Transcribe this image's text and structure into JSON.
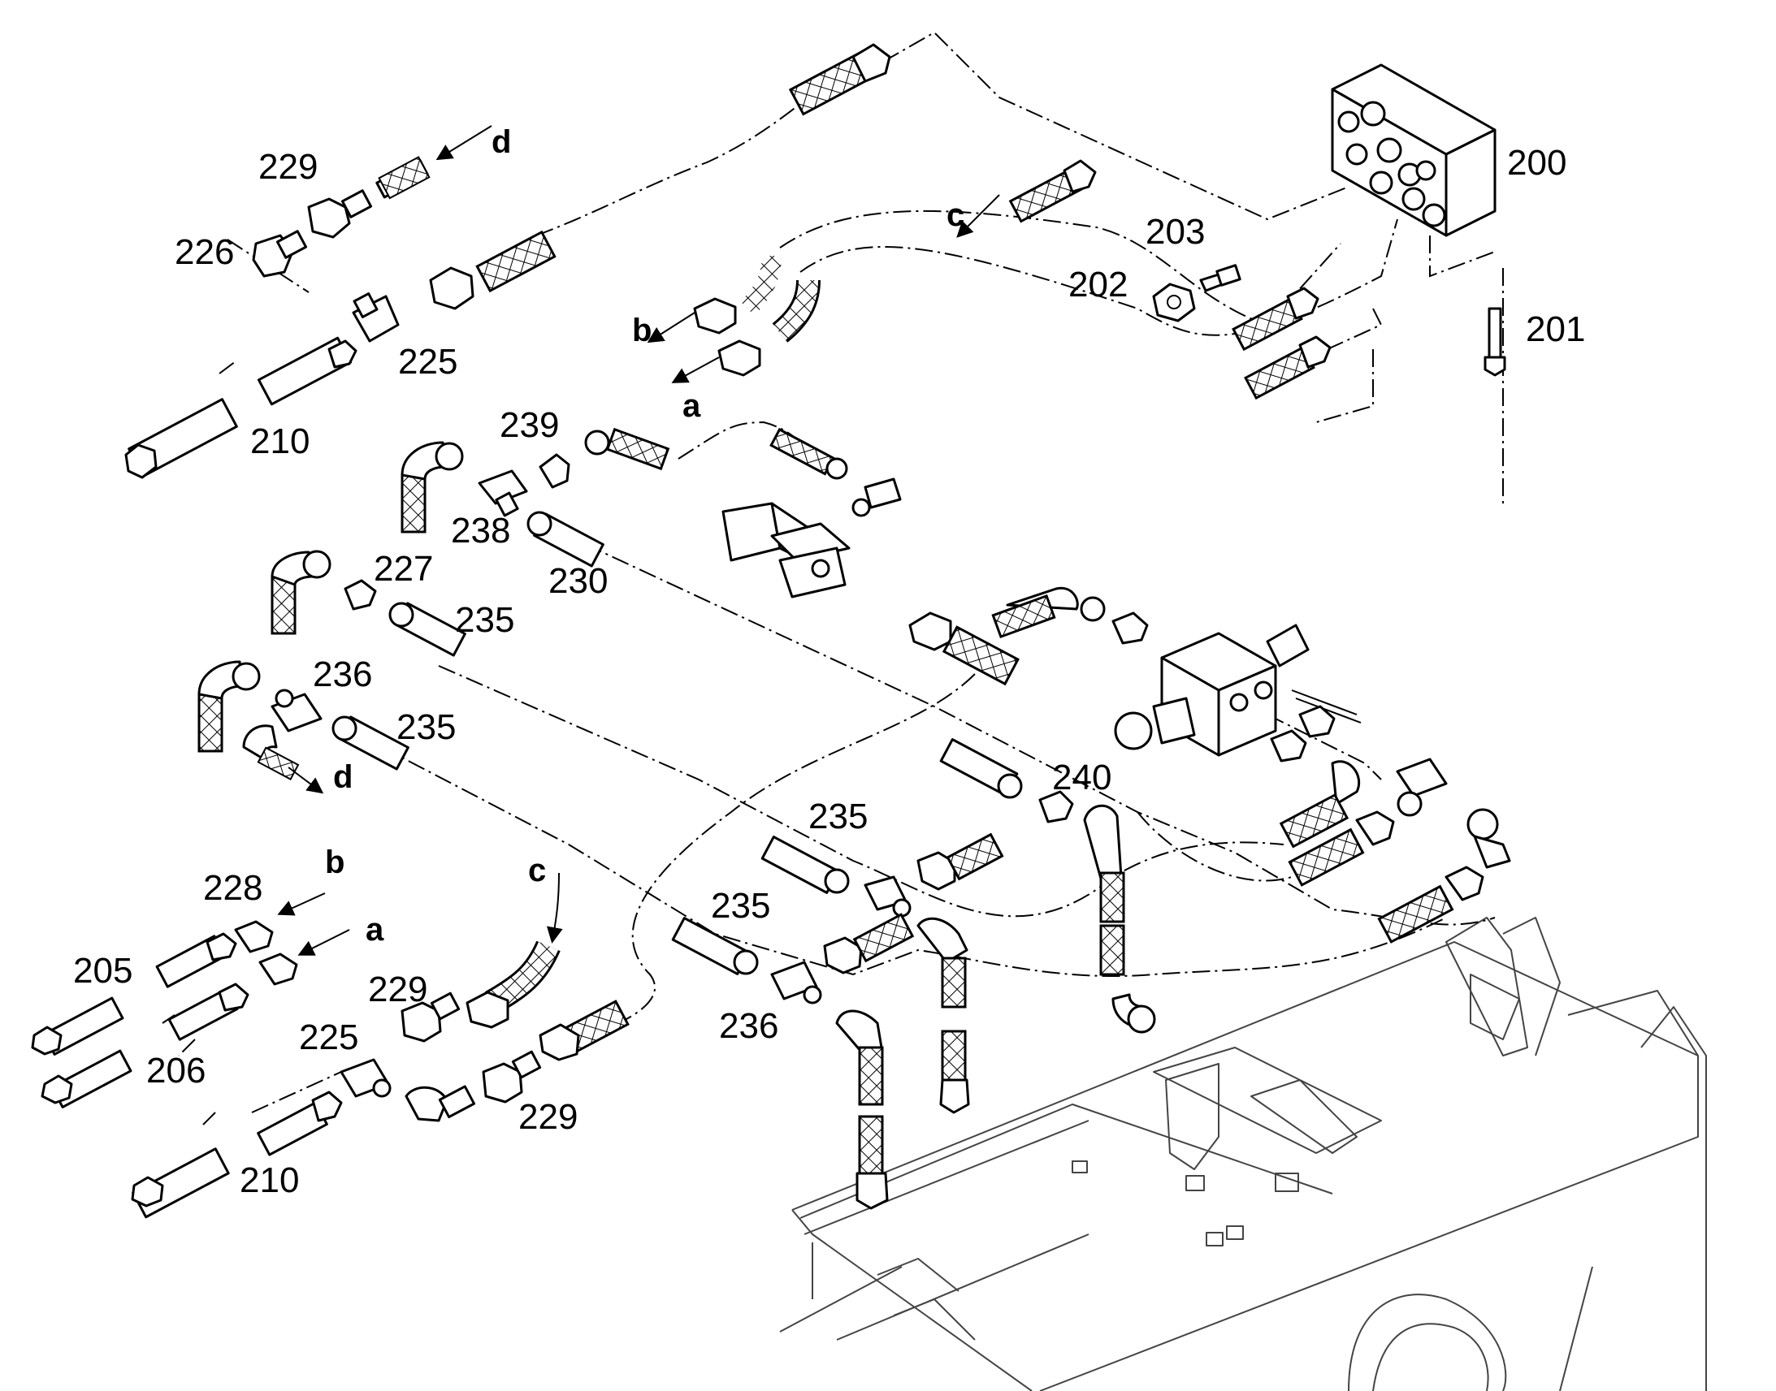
{
  "callouts": {
    "p200": "200",
    "p201": "201",
    "p202": "202",
    "p203": "203",
    "p205": "205",
    "p206": "206",
    "p210": "210",
    "p225": "225",
    "p226": "226",
    "p227": "227",
    "p228": "228",
    "p229": "229",
    "p230": "230",
    "p235": "235",
    "p236": "236",
    "p238": "238",
    "p239": "239",
    "p240": "240"
  },
  "connection_letters": {
    "a": "a",
    "b": "b",
    "c": "c",
    "d": "d"
  }
}
